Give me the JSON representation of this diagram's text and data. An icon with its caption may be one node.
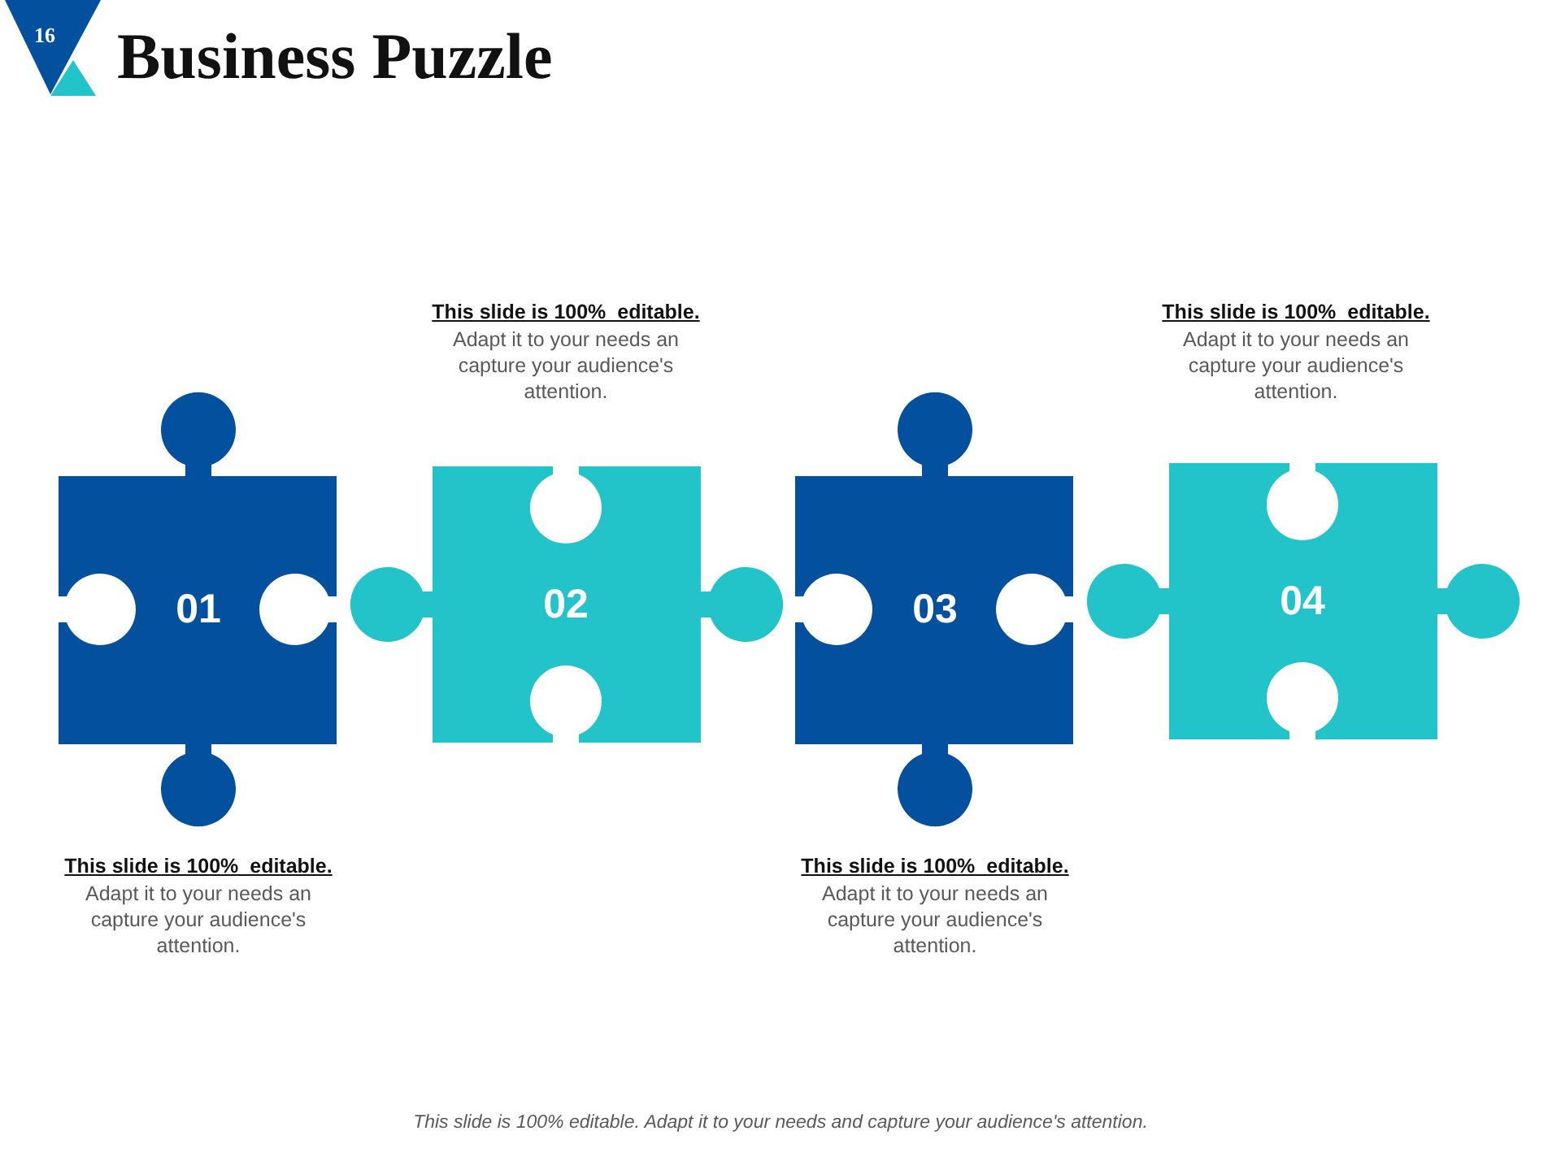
{
  "diagram": {
    "title": "Business Puzzle",
    "caption": "This slide is 100% editable. Adapt it to your needs and capture your audience's attention.",
    "nodes": [
      {
        "text": [
          "01"
        ],
        "beside": [
          "This slide is 100%  editable.",
          "Adapt it to your needs an capture your audience's attention."
        ]
      },
      {
        "text": [
          "02"
        ],
        "beside": [
          "This slide is 100%  editable.",
          "Adapt it to your needs an capture your audience's attention."
        ]
      },
      {
        "text": [
          "03"
        ],
        "beside": [
          "This slide is 100%  editable.",
          "Adapt it to your needs an capture your audience's attention."
        ]
      },
      {
        "text": [
          "04"
        ],
        "beside": [
          "This slide is 100%  editable.",
          "Adapt it to your needs an capture your audience's attention."
        ]
      }
    ],
    "labels": [
      "16"
    ]
  }
}
